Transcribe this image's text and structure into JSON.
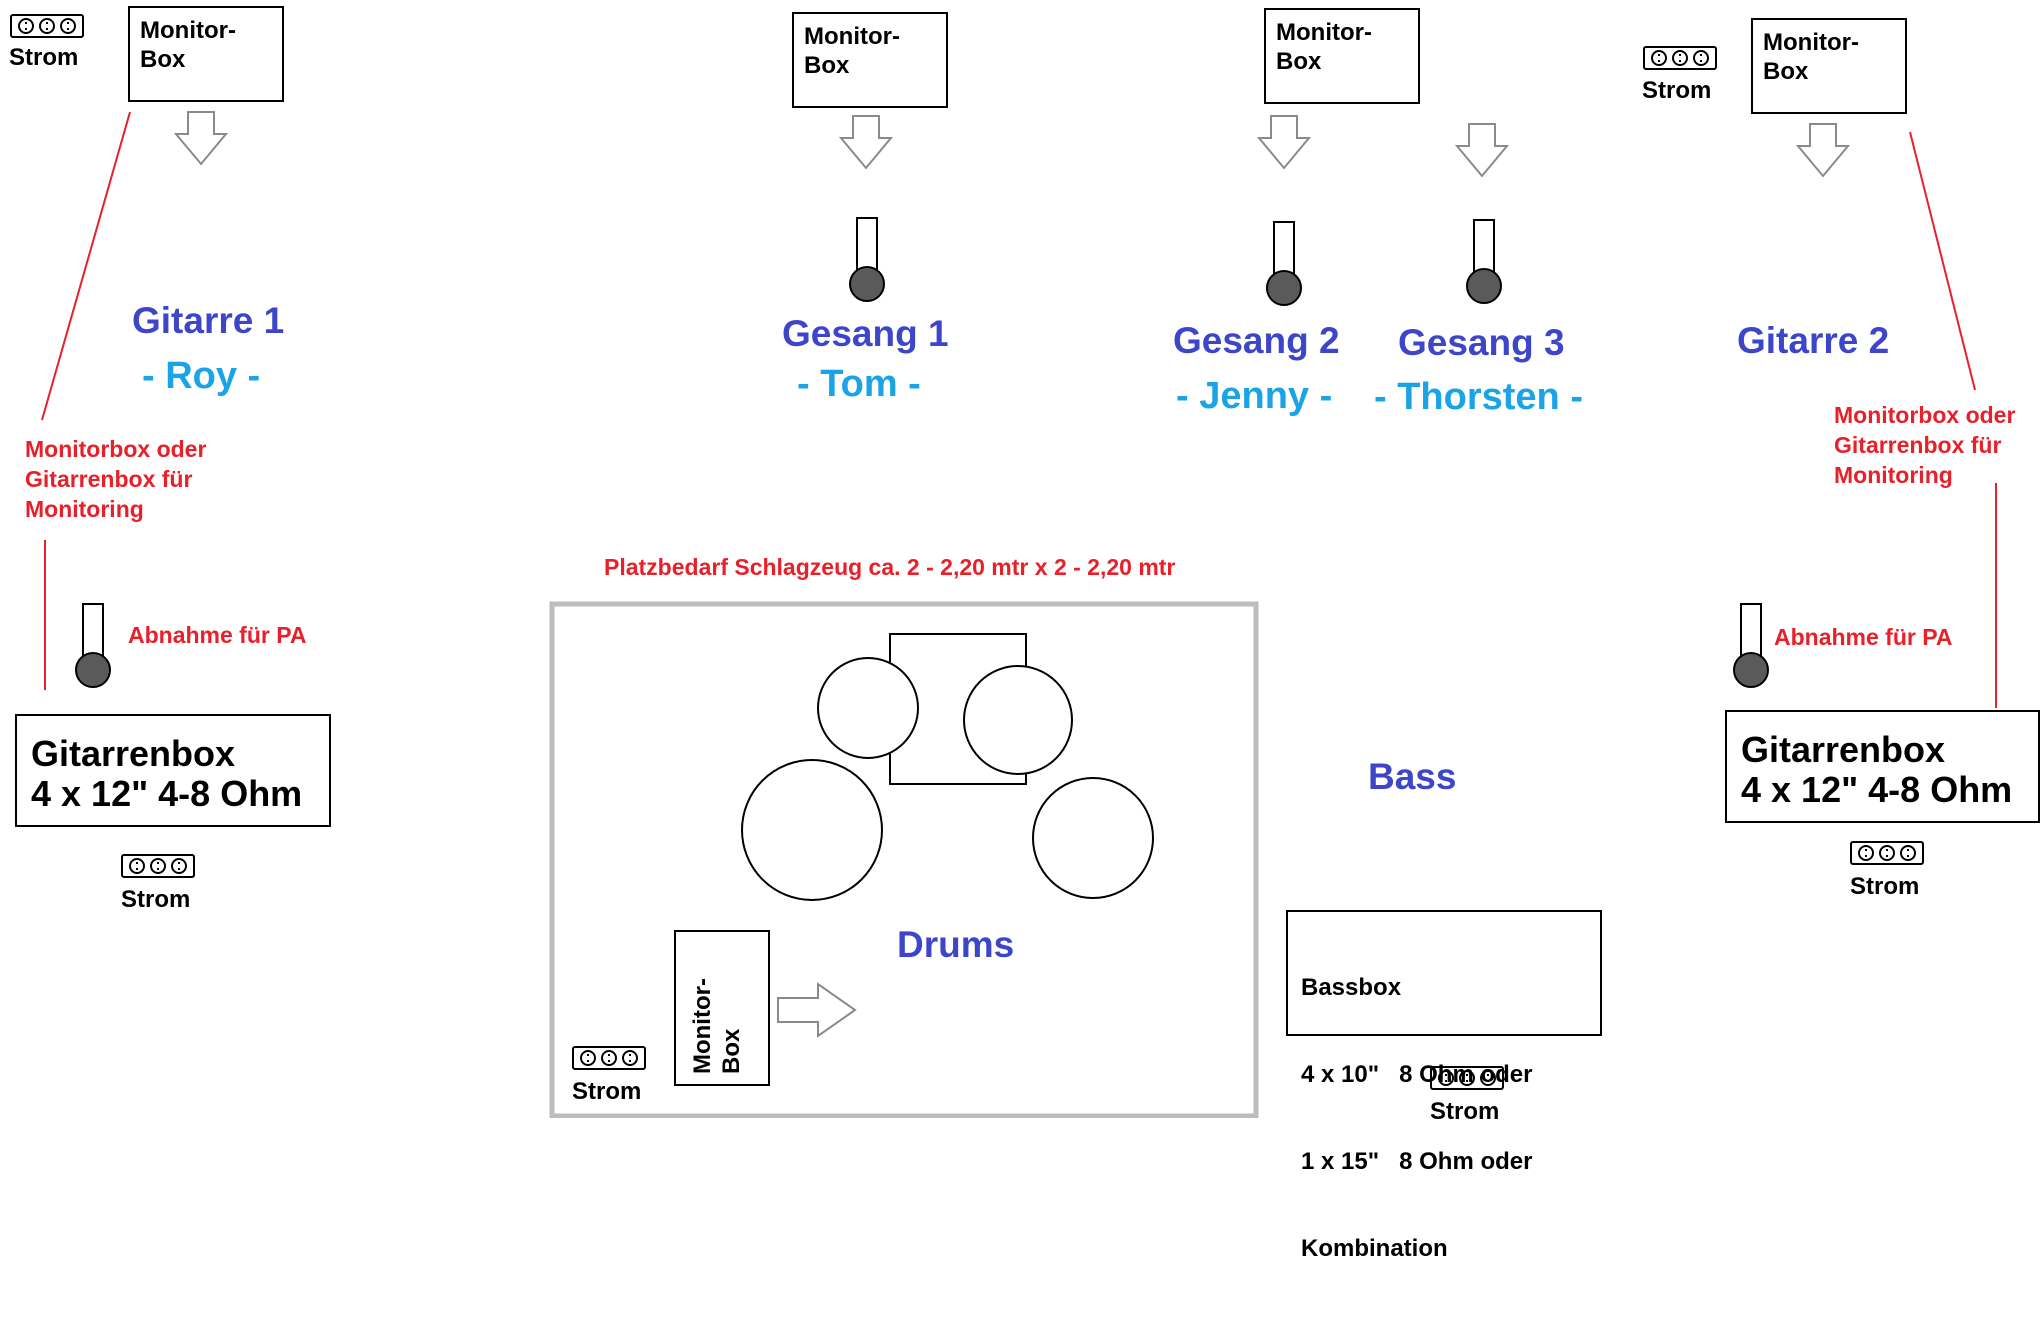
{
  "monitor_box_label": "Monitor-Box",
  "monitor_line1": "Monitor-",
  "monitor_line2": "Box",
  "strom": "Strom",
  "instruments": {
    "gitarre1": "Gitarre 1",
    "gesang1": "Gesang 1",
    "gesang2": "Gesang 2",
    "gesang3": "Gesang 3",
    "gitarre2": "Gitarre 2",
    "bass": "Bass",
    "drums": "Drums"
  },
  "persons": {
    "roy": "- Roy -",
    "tom": "- Tom -",
    "jenny": "- Jenny -",
    "thorsten": "- Thorsten -"
  },
  "notes": {
    "monitoring_line1": "Monitorbox oder",
    "monitoring_line2": "Gitarrenbox für",
    "monitoring_line3": "Monitoring",
    "abnahme": "Abnahme für PA",
    "platzbedarf": "Platzbedarf Schlagzeug ca. 2 - 2,20 mtr x 2 - 2,20 mtr"
  },
  "gitarrenbox": {
    "line1": "Gitarrenbox",
    "line2": "4 x 12\" 4-8 Ohm"
  },
  "bassbox": {
    "line1": "Bassbox",
    "line2": "4 x 10\"   8 Ohm oder",
    "line3": "1 x 15\"   8 Ohm oder",
    "line4": "Kombination"
  },
  "colors": {
    "instrument": "#3d45c8",
    "person": "#1aa3e6",
    "note": "#e8202a",
    "drum_area": "#bdbdbd",
    "mic_head": "#5a5a5a"
  }
}
